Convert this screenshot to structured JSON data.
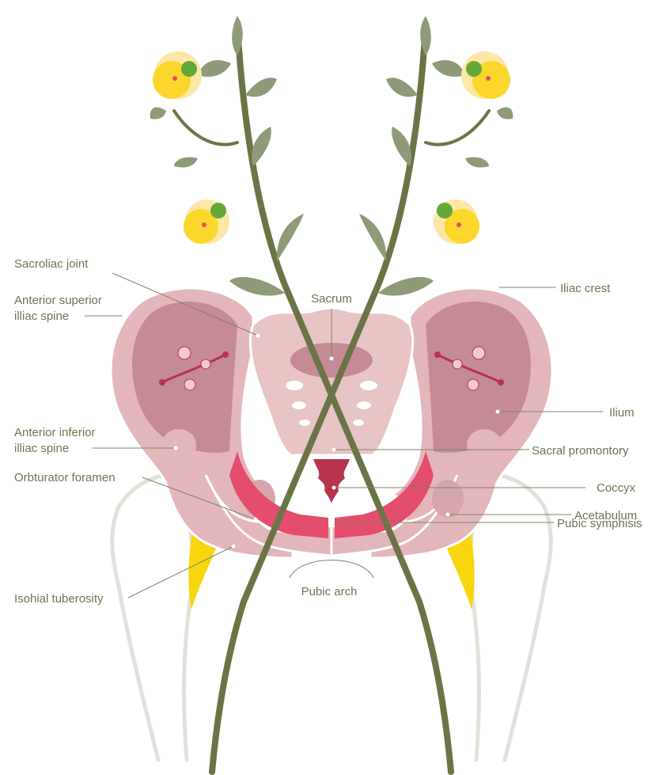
{
  "labels": {
    "sacroliac_joint": "Sacroliac joint",
    "anterior_superior_1": "Anterior superior",
    "anterior_superior_2": "illiac spine",
    "anterior_inferior_1": "Anterior inferior",
    "anterior_inferior_2": "illiac spine",
    "orbturator_foramen": "Orbturator foramen",
    "isohial_tuberosity": "Isohial tuberosity",
    "sacrum": "Sacrum",
    "pubic_arch": "Pubic arch",
    "iliac_crest": "Iliac crest",
    "ilium": "Ilium",
    "sacral_promontory": "Sacral promontory",
    "coccyx": "Coccyx",
    "acetabulum": "Acetabulum",
    "pubic_symphisis": "Pubic symphisis"
  },
  "colors": {
    "bone_light": "#e7c2c2",
    "bone_mid": "#d6a6ac",
    "bone_dark": "#c48b95",
    "cartilage": "#e44d6c",
    "coccyx": "#b8334d",
    "stem": "#6b7446",
    "leaf": "#8e9a78",
    "femur_outline": "#e2e0d8",
    "tuberosity": "#f7d60e",
    "flower_yellow": "#fbd72b",
    "flower_cream": "#fde7a6",
    "flower_green": "#64a83a",
    "label_text": "#6f7551"
  },
  "icons": [
    "flower-icon",
    "leaf-icon",
    "cherry-blossom-icon"
  ]
}
